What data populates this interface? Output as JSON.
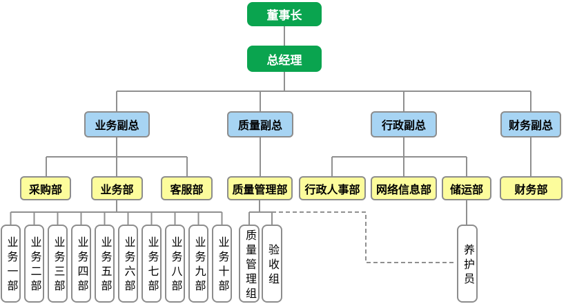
{
  "colors": {
    "green": "#0aa44f",
    "blue": "#a7d4f3",
    "yellow": "#fcfc9c",
    "border": "#8c8c8c",
    "line": "#8f8f8f"
  },
  "chart": {
    "chairman": "董事长",
    "general_manager": "总经理",
    "vps": [
      "业务副总",
      "质量副总",
      "行政副总",
      "财务副总"
    ],
    "departments": [
      "采购部",
      "业务部",
      "客服部",
      "质量管理部",
      "行政人事部",
      "网络信息部",
      "储运部",
      "财务部"
    ],
    "business_teams": [
      "业务一部",
      "业务二部",
      "业务三部",
      "业务四部",
      "业务五部",
      "业务六部",
      "业务七部",
      "业务八部",
      "业务九部",
      "业务十部"
    ],
    "quality_teams": [
      "质量管理组",
      "验收组"
    ],
    "storage_team": "养护员"
  }
}
